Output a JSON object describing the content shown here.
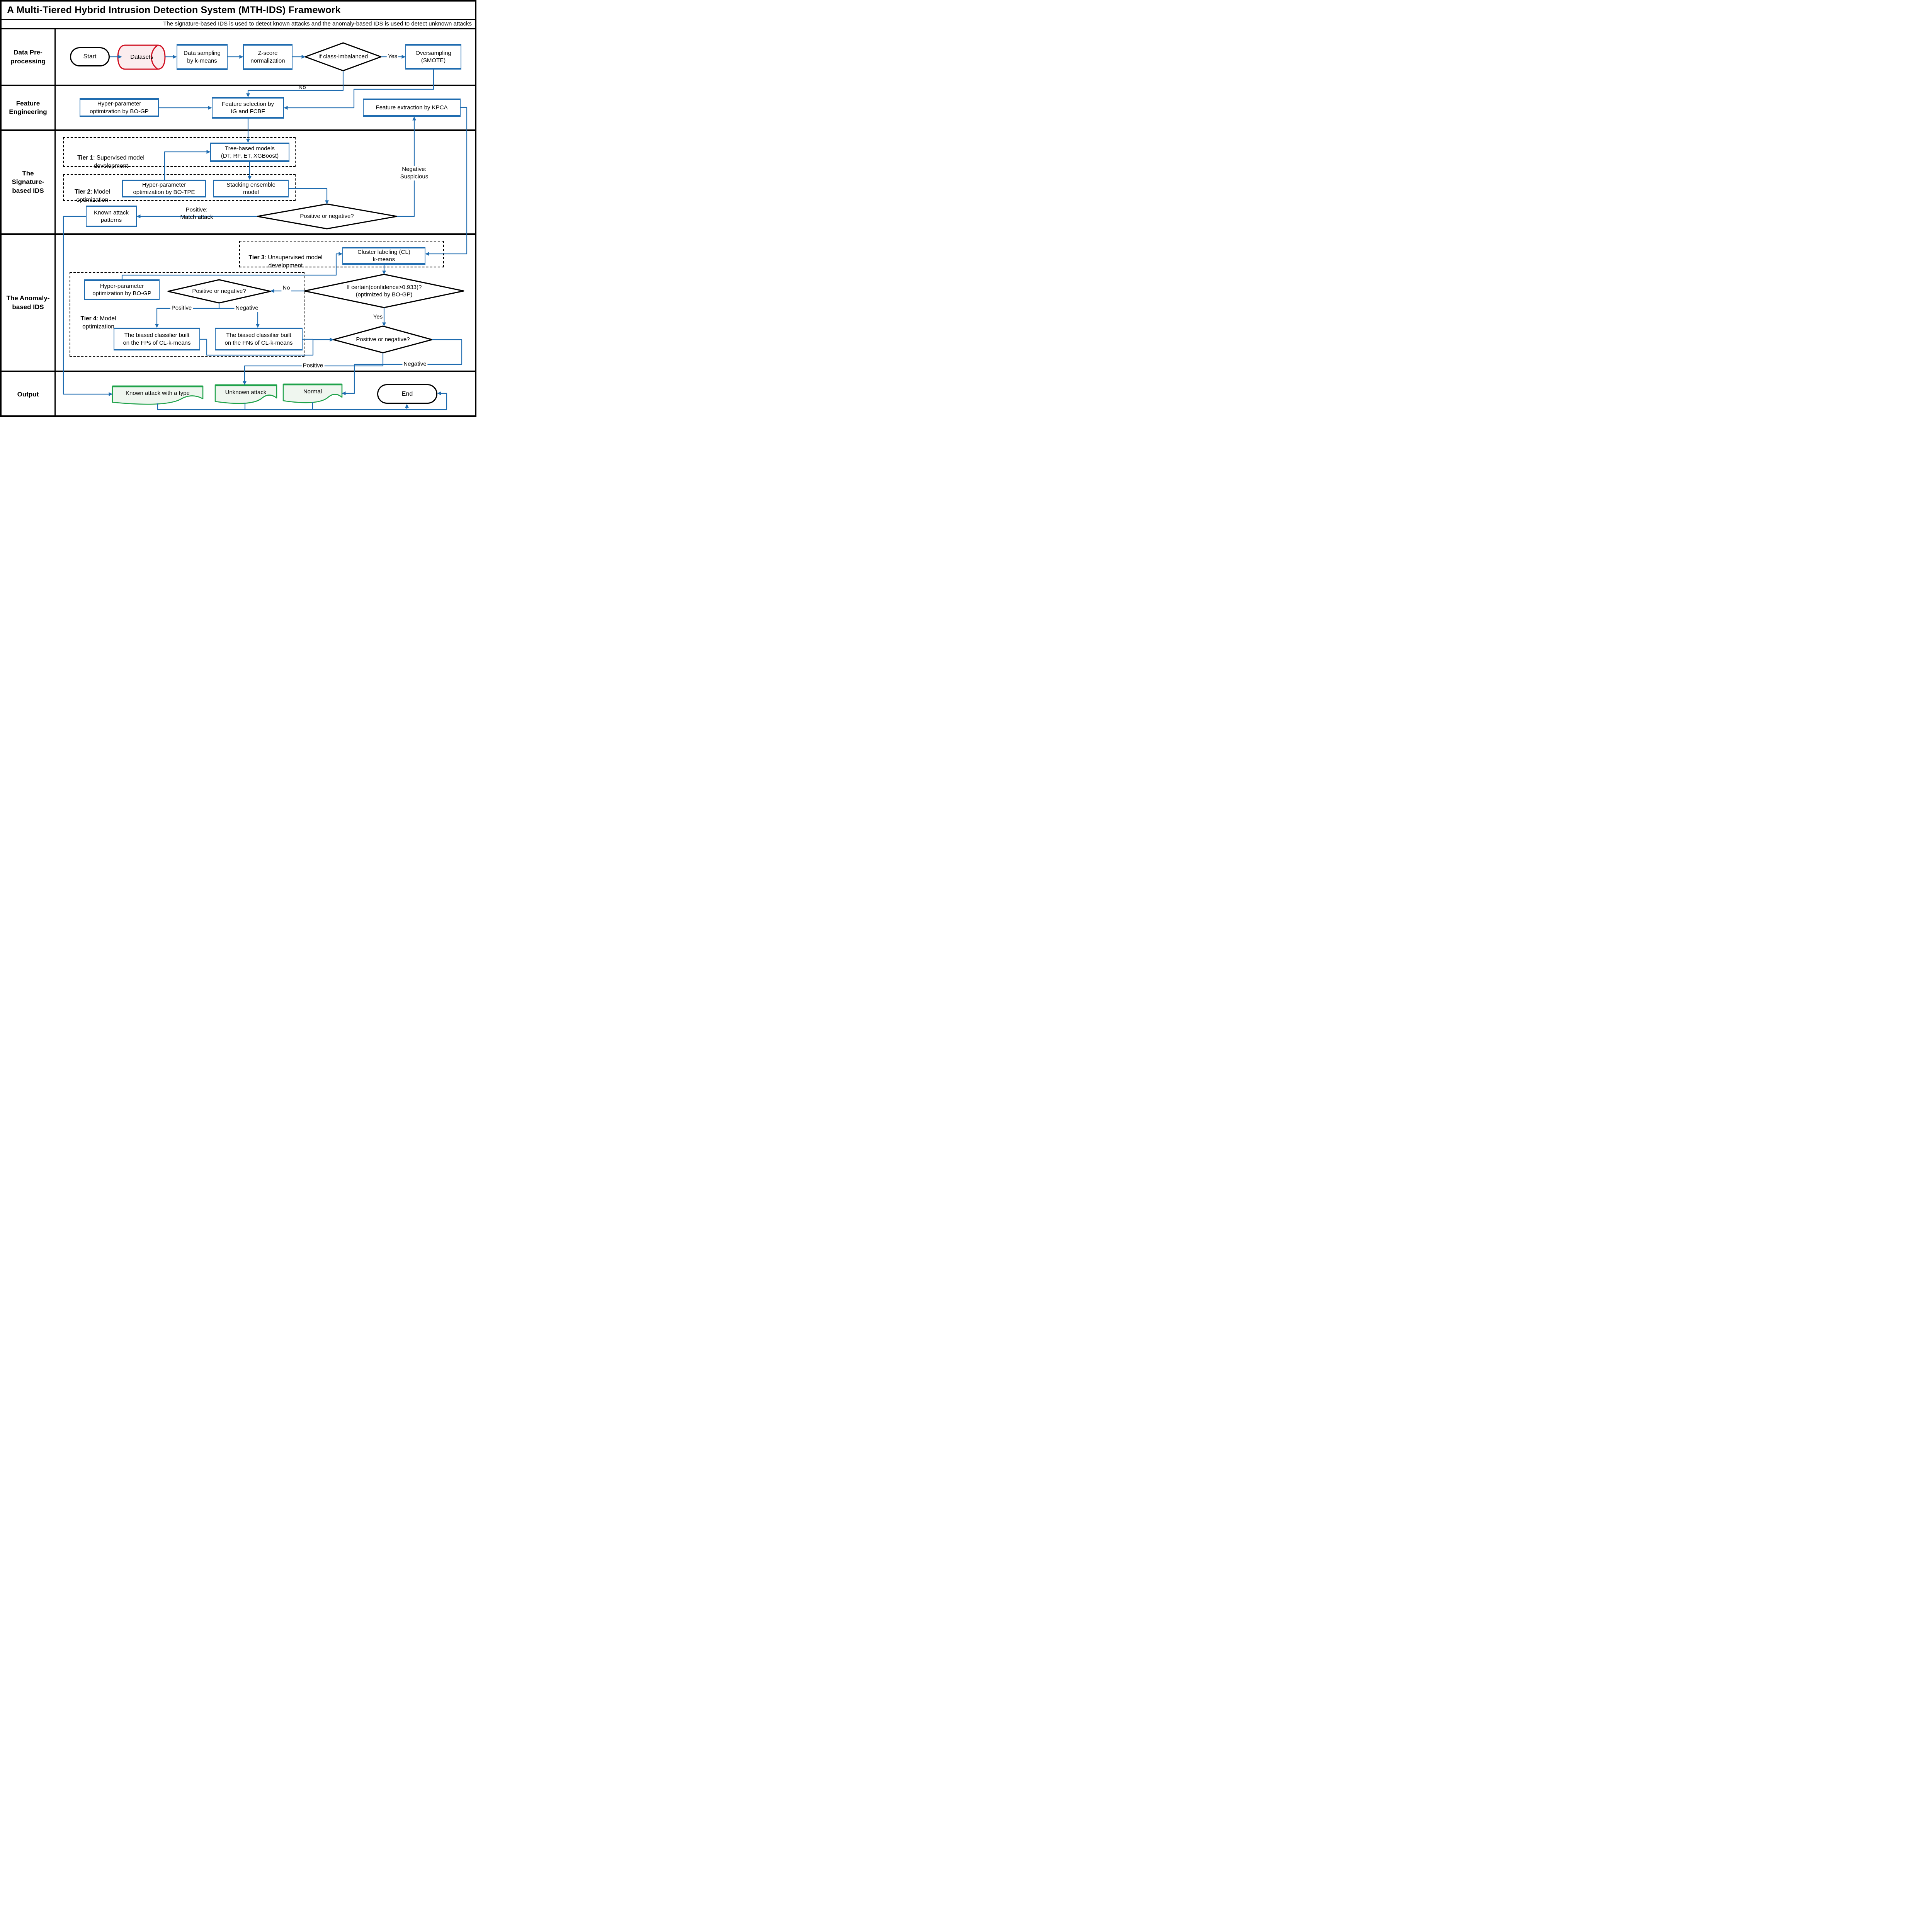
{
  "title": "A Multi-Tiered Hybrid Intrusion Detection System (MTH-IDS) Framework",
  "subtitle": "The signature-based IDS is used to detect known attacks and the anomaly-based IDS is used to detect unknown attacks",
  "colors": {
    "accent_blue": "#1f6cb0",
    "dataset_red": "#cf1021",
    "dataset_red_fill": "#fbecee",
    "output_green": "#1fa24a",
    "output_green_fill": "#eff6ef",
    "line_black": "#000000",
    "background": "#ffffff"
  },
  "sidebar": {
    "rows": [
      "Data Pre-\nprocessing",
      "Feature\nEngineering",
      "The\nSignature-\nbased IDS",
      "The Anomaly-\nbased IDS",
      "Output"
    ]
  },
  "nodes": {
    "start": "Start",
    "datasets": "Datasets",
    "data_sampling": "Data sampling\nby k-means",
    "zscore": "Z-score\nnormalization",
    "class_imbalanced": "If class-imbalanced",
    "smote": "Oversampling\n(SMOTE)",
    "hpo_bogp_fe": "Hyper-parameter\noptimization by BO-GP",
    "feature_selection": "Feature selection by\nIG and FCBF",
    "kpca": "Feature extraction by KPCA",
    "tree_models": "Tree-based models\n(DT, RF, ET, XGBoost)",
    "hpo_botpe": "Hyper-parameter\noptimization by BO-TPE",
    "stacking": "Stacking ensemble\nmodel",
    "known_patterns": "Known attack\npatterns",
    "pos_neg_signature": "Positive or negative?",
    "cluster_labeling": "Cluster labeling (CL)\nk-means",
    "if_certain": "If certain(confidence>0.933)?\n(optimized by BO-GP)",
    "pos_neg_tier4": "Positive or negative?",
    "hpo_bogp_t4": "Hyper-parameter\noptimization by BO-GP",
    "biased_fp": "The biased classifier built\non the FPs of CL-k-means",
    "biased_fn": "The biased classifier built\non the FNs of CL-k-means",
    "pos_neg_final": "Positive or negative?",
    "out_known": "Known attack with  a type",
    "out_unknown": "Unknown attack",
    "out_normal": "Normal",
    "end": "End"
  },
  "tiers": {
    "t1_bold": "Tier 1",
    "t1_rest": ": Supervised model\ndevelopment",
    "t2_bold": "Tier 2",
    "t2_rest": ": Model\noptimization",
    "t3_bold": "Tier 3",
    "t3_rest": ": Unsupervised model\ndevelopment",
    "t4_bold": "Tier 4",
    "t4_rest": ": Model\noptimization"
  },
  "edge_labels": {
    "yes_smote": "Yes",
    "no_imbalance": "No",
    "positive_match": "Positive:\nMatch attack",
    "negative_suspicious": "Negative:\nSuspicious",
    "no_uncertain": "No",
    "yes_certain": "Yes",
    "positive_t4": "Positive",
    "negative_t4": "Negative",
    "positive_final": "Positive",
    "negative_final": "Negative"
  }
}
